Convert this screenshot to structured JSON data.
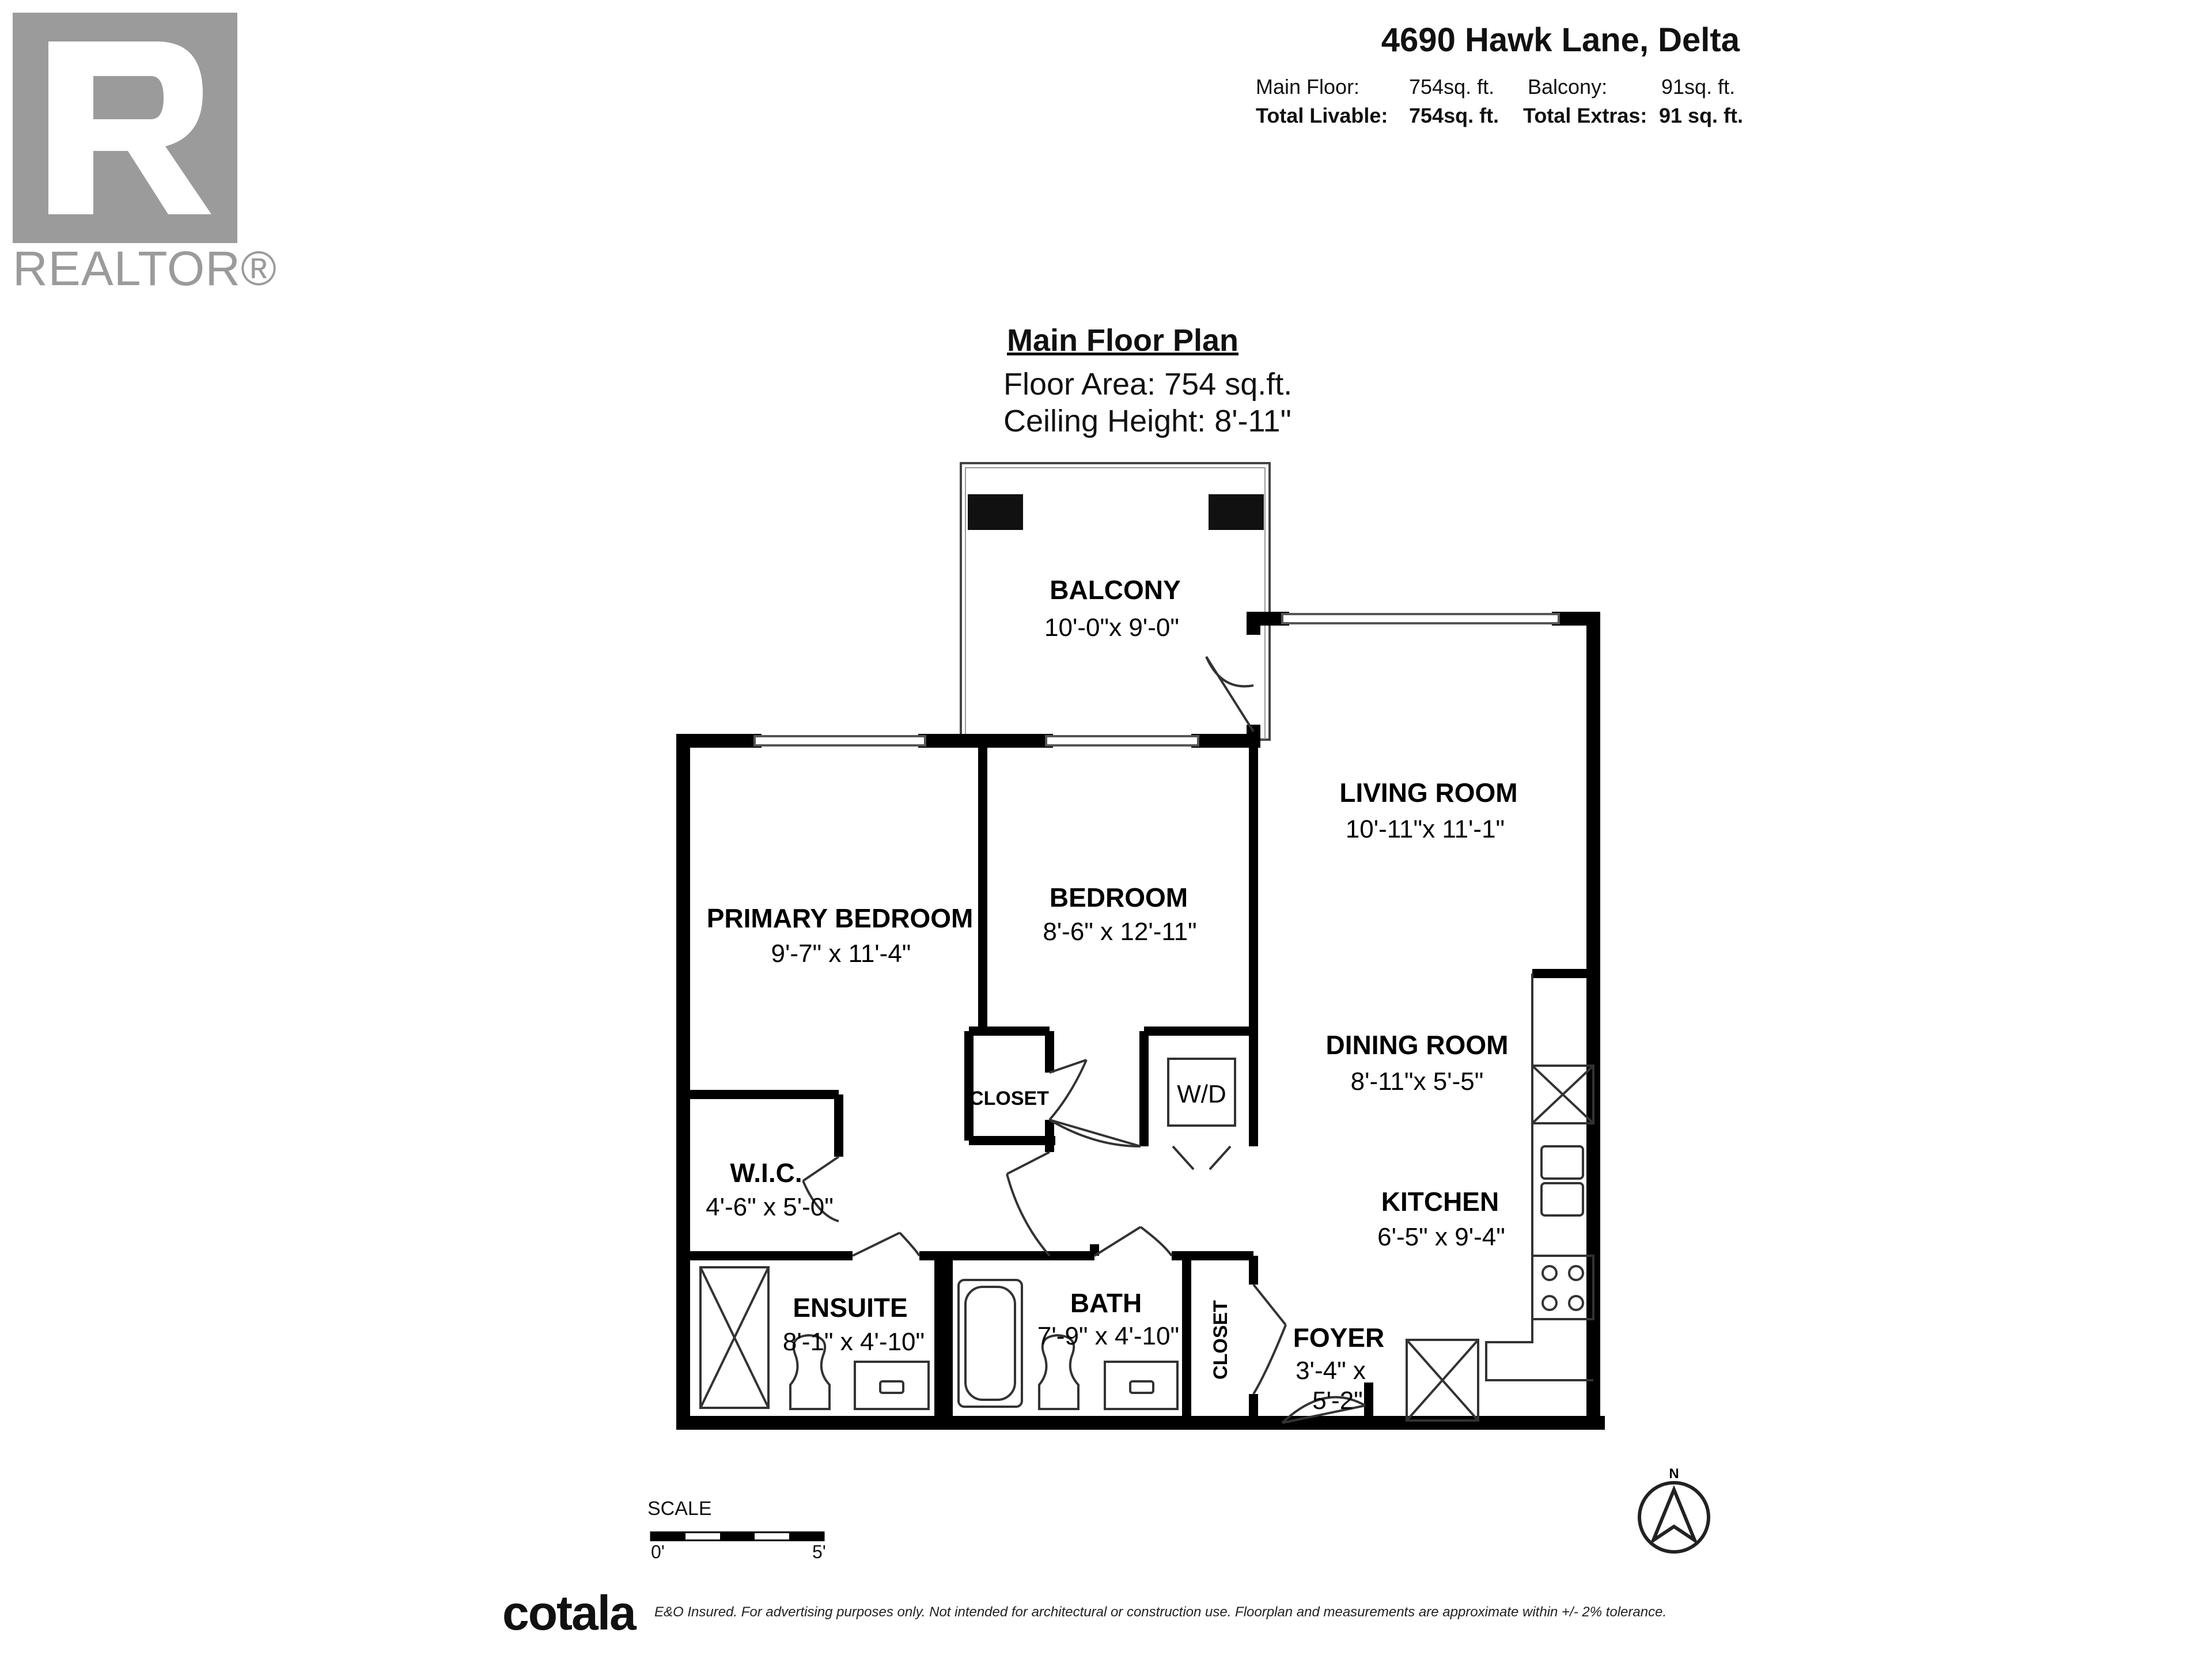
{
  "logo": {
    "wordmark": "REALTOR®",
    "icon": "realtor-r-icon"
  },
  "header": {
    "address": "4690 Hawk Lane, Delta",
    "rows": [
      {
        "label1": "Main Floor:",
        "value1": "754sq. ft.",
        "label2": "Balcony:",
        "value2": "91sq. ft."
      },
      {
        "label1": "Total Livable:",
        "value1": "754sq. ft.",
        "label2": "Total Extras:",
        "value2": "91 sq. ft."
      }
    ]
  },
  "plan": {
    "title": "Main Floor Plan",
    "floor_area": "Floor Area: 754 sq.ft.",
    "ceiling_height": "Ceiling Height: 8'-11\""
  },
  "rooms": {
    "balcony": {
      "name": "BALCONY",
      "dim": "10'-0\"x 9'-0\""
    },
    "living": {
      "name": "LIVING ROOM",
      "dim": "10'-11\"x 11'-1\""
    },
    "primary": {
      "name": "PRIMARY BEDROOM",
      "dim": "9'-7\" x 11'-4\""
    },
    "bedroom": {
      "name": "BEDROOM",
      "dim": "8'-6\" x 12'-11\""
    },
    "dining": {
      "name": "DINING ROOM",
      "dim": "8'-11\"x 5'-5\""
    },
    "closet1": {
      "name": "CLOSET"
    },
    "wd": {
      "name": "W/D"
    },
    "wic": {
      "name": "W.I.C.",
      "dim": "4'-6\" x 5'-0\""
    },
    "kitchen": {
      "name": "KITCHEN",
      "dim": "6'-5\" x 9'-4\""
    },
    "ensuite": {
      "name": "ENSUITE",
      "dim": "8'-1\" x 4'-10\""
    },
    "bath": {
      "name": "BATH",
      "dim": "7'-9\" x 4'-10\""
    },
    "closet2": {
      "name": "CLOSET"
    },
    "foyer": {
      "name": "FOYER",
      "dim1": "3'-4\" x",
      "dim2": "5'-2\""
    }
  },
  "scale": {
    "label": "SCALE",
    "start": "0'",
    "end": "5'"
  },
  "compass": {
    "letter": "N",
    "icon": "north-arrow-icon"
  },
  "footer": {
    "brand": "cotala",
    "disclaimer": "E&O Insured. For advertising purposes only. Not intended for architectural or construction use. Floorplan and measurements are approximate within +/- 2% tolerance."
  }
}
